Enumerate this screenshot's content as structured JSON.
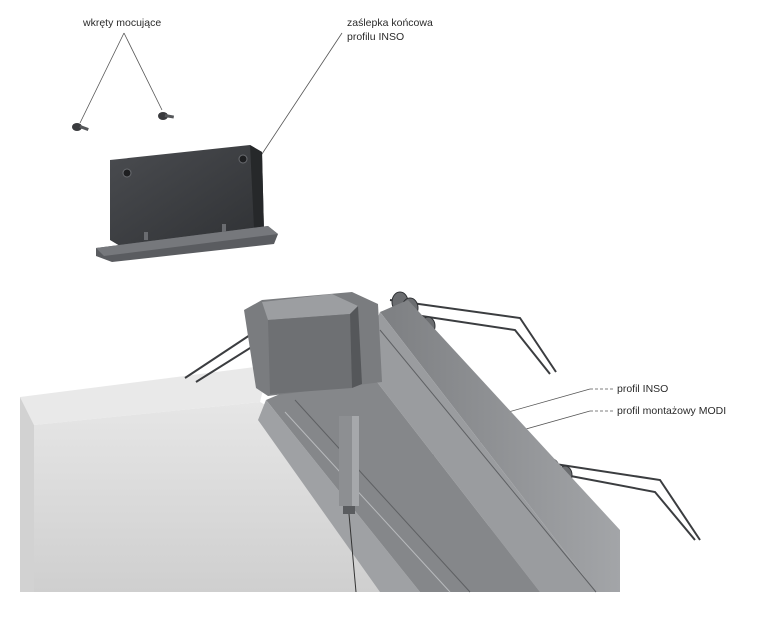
{
  "labels": {
    "screws": "wkręty mocujące",
    "end_cap_line1": "zaślepka końcowa",
    "end_cap_line2": "profilu INSO",
    "profile_inso": "profil INSO",
    "profile_modi": "profil montażowy MODI"
  },
  "colors": {
    "end_cap": "#3d3f42",
    "profile": "#8c8e91",
    "ceiling": "#d9d9d9",
    "leader_line": "#555555"
  }
}
